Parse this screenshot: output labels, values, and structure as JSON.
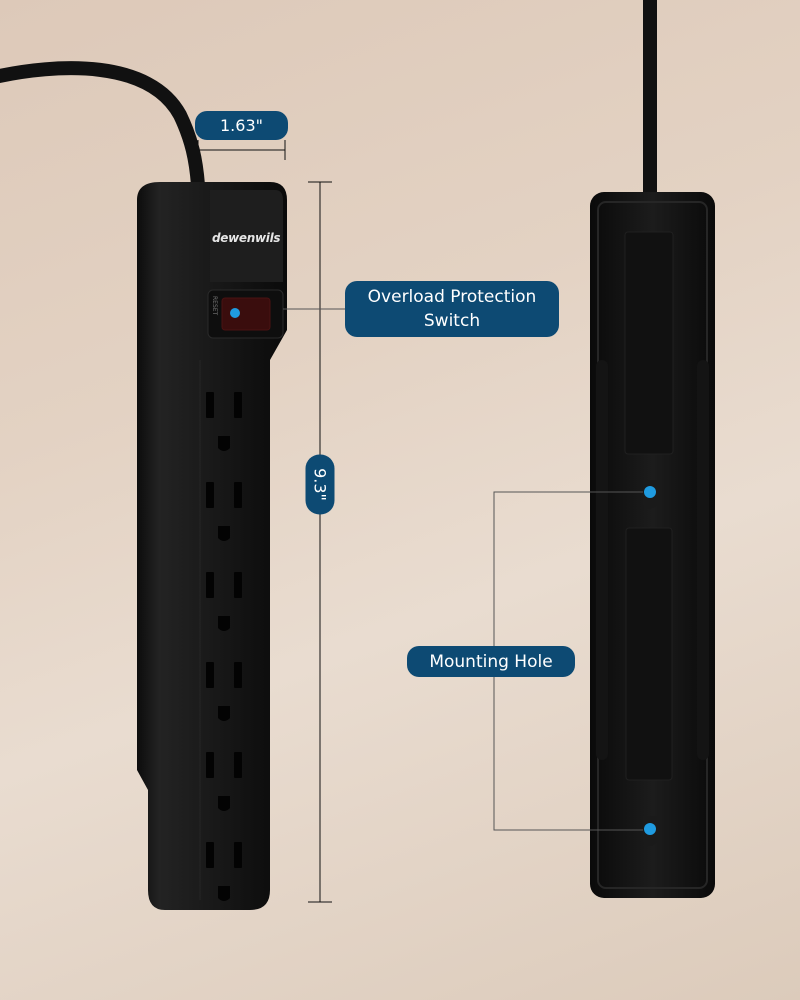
{
  "product": {
    "brand": "dewenwils",
    "switch_text": "RESET",
    "outlet_count": 6,
    "mounting_hole_count": 2
  },
  "callouts": {
    "width": "1.63\"",
    "length": "9.3\"",
    "switch_label_line1": "Overload Protection",
    "switch_label_line2": "Switch",
    "mounting_hole": "Mounting Hole"
  },
  "colors": {
    "callout_bg": "#0d4a73",
    "marker_dot": "#1f9be0",
    "strip_body": "#171717"
  }
}
